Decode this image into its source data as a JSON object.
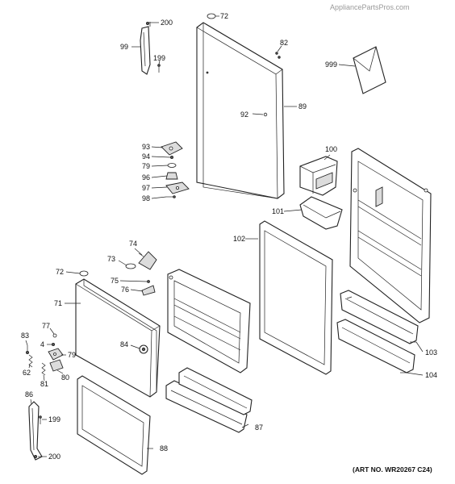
{
  "watermark": "AppliancePartsPros.com",
  "art_number": "(ART NO. WR20267 C24)",
  "callouts": {
    "c200a": "200",
    "c99": "99",
    "c199a": "199",
    "c72a": "72",
    "c82": "82",
    "c999": "999",
    "c92": "92",
    "c89": "89",
    "c93": "93",
    "c94": "94",
    "c79a": "79",
    "c96": "96",
    "c97": "97",
    "c98": "98",
    "c100": "100",
    "c101": "101",
    "c102": "102",
    "c74": "74",
    "c73": "73",
    "c72b": "72",
    "c75": "75",
    "c76": "76",
    "c71": "71",
    "c77": "77",
    "c83": "83",
    "c4": "4",
    "c79b": "79",
    "c84": "84",
    "c62": "62",
    "c81": "81",
    "c80": "80",
    "c103": "103",
    "c104": "104",
    "c86": "86",
    "c199b": "199",
    "c87": "87",
    "c88": "88",
    "c200b": "200"
  }
}
